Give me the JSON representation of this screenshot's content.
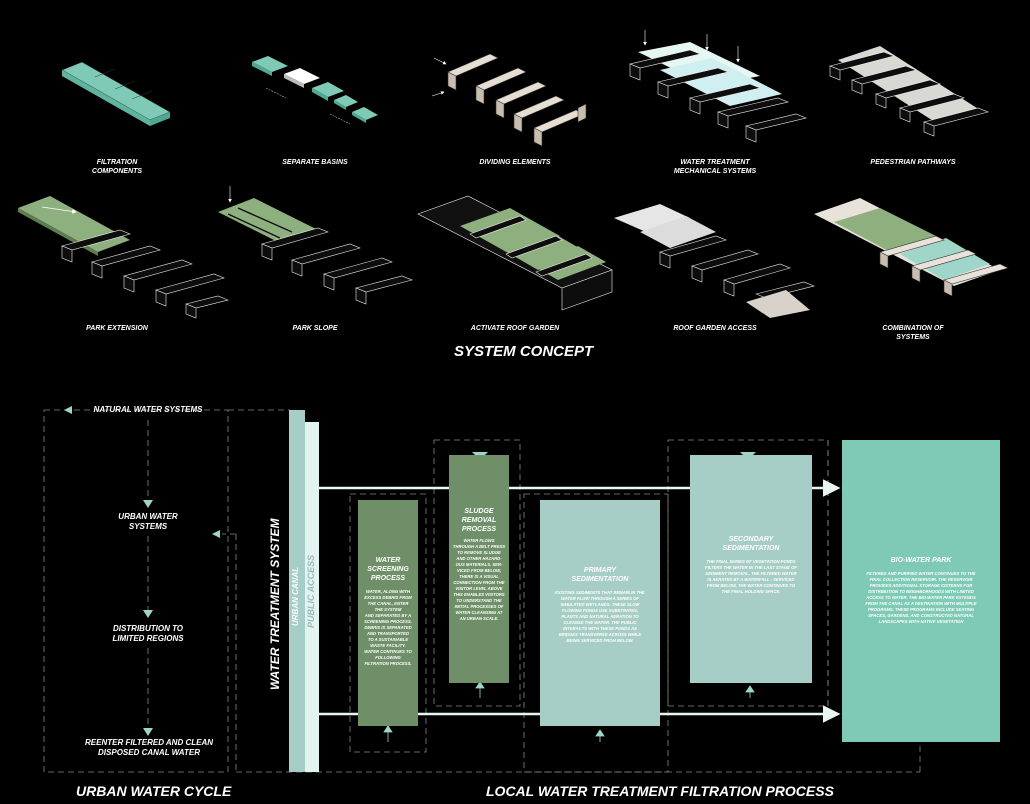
{
  "concept": {
    "title": "SYSTEM CONCEPT",
    "items": [
      {
        "label": "FILTRATION\nCOMPONENTS"
      },
      {
        "label": "SEPARATE BASINS"
      },
      {
        "label": "DIVIDING ELEMENTS"
      },
      {
        "label": "WATER TREATMENT\nMECHANICAL SYSTEMS"
      },
      {
        "label": "PEDESTRIAN PATHWAYS"
      },
      {
        "label": "PARK EXTENSION"
      },
      {
        "label": "PARK SLOPE"
      },
      {
        "label": "ACTIVATE ROOF GARDEN"
      },
      {
        "label": "ROOF GARDEN ACCESS"
      },
      {
        "label": "COMBINATION OF\nSYSTEMS"
      }
    ]
  },
  "cycle": {
    "title": "URBAN WATER CYCLE",
    "steps": [
      "NATURAL WATER SYSTEMS",
      "URBAN WATER\nSYSTEMS",
      "DISTRIBUTION TO\nLIMITED REGIONS",
      "REENTER FILTERED AND CLEAN\nDISPOSED CANAL WATER"
    ]
  },
  "process": {
    "title": "LOCAL WATER TREATMENT FILTRATION PROCESS",
    "system_label": "WATER TREATMENT SYSTEM",
    "canal_label": "URBAN CANAL",
    "access_label": "PUBLIC ACCESS",
    "boxes": [
      {
        "title": "WATER\nSCREENING\nPROCESS",
        "text": "WATER, ALONG WITH\nEXCESS DEBRIS FROM\nTHE CANAL, ENTER\nTHE SYSTEM\nAND SEPARATED BY A\nSCREENING PROCESS.\nDEBRIS IS SEPARATED\nAND TRANSPORTED\nTO A SUSTAINABLE\nWASTE FACILITY.\nWATER CONTINUES TO\nFOLLOWING\nFILTRATION PROCESS."
      },
      {
        "title": "SLUDGE\nREMOVAL\nPROCESS",
        "text": "WATER FLOWS\nTHROUGH A BELT PRESS\nTO REMOVE SLUDGE\nAND OTHER HAZARD-\nOUS MATERIALS. SER-\nVICED FROM BELOW,\nTHERE IS A VISUAL\nCONNECTION FROM THE\nVISITOR LEVEL ABOVE\nTHIS ENABLES VISITORS\nTO UNDERSTAND THE\nINITIAL PROCESSES OF\nWATER CLEANSING AT\nAN URBAN SCALE."
      },
      {
        "title": "PRIMARY\nSEDIMENTATION",
        "text": "EXISTING SEDIMENTS THAT REMAIN IN THE\nWATER FLOW THROUGH A SERIES OF\nSIMULATED WETLANDS. THESE SLOW\nFLOWING PONDS USE SUBSTRATES,\nPLANTS AND NATURAL AERATION TO\nCLEANSE THE WATER. THE PUBLIC\nINTERACTS WITH THESE PONDS AS\nBRIDGES TRANSVERSE ACROSS WHILE\nBEING SERVICED FROM BELOW."
      },
      {
        "title": "SECONDARY\nSEDIMENTATION",
        "text": "THE FINAL SERIES OF VEGETATION PONDS\nFILTERS THE WATER IN THE LAST STAGE OF\nSEDIMENT REMOVAL. THE FILTERED WATER\nIS AERATED BY A WATERFALL - SERVICED\nFROM BELOW, THE WATER CONTINUES TO\nTHE FINAL HOLDING SPACE."
      },
      {
        "title": "BIO-WATER PARK",
        "text": "FILTERED AND PURIFIED WATER CONTINUES TO THE\nFINAL COLLECTION RESERVOIR. THE RESERVOIR\nPROVIDES ADDITIONAL STORAGE CISTERNS FOR\nDISTRIBUTION TO NEIGHBORHOODS WITH LIMITED\nACCESS TO WATER. THE BIO-WATER PARK EXTENDS\nFROM THE CANAL AS A DESTINATION WITH MULTIPLE\nPROGRAMS. THESE PROGRAMS INCLUDE SEATING\nSPACES, GARDENS, AND CONSTRUCTED NATURAL\nLANDSCAPES WITH NATIVE VEGETATION"
      }
    ]
  },
  "colors": {
    "teal": "#7ecab7",
    "teal_dark": "#4ea893",
    "green": "#8eb07f",
    "olive": "#6f8f69",
    "pale": "#a7cdc7",
    "arrow": "#9fd6c9"
  }
}
